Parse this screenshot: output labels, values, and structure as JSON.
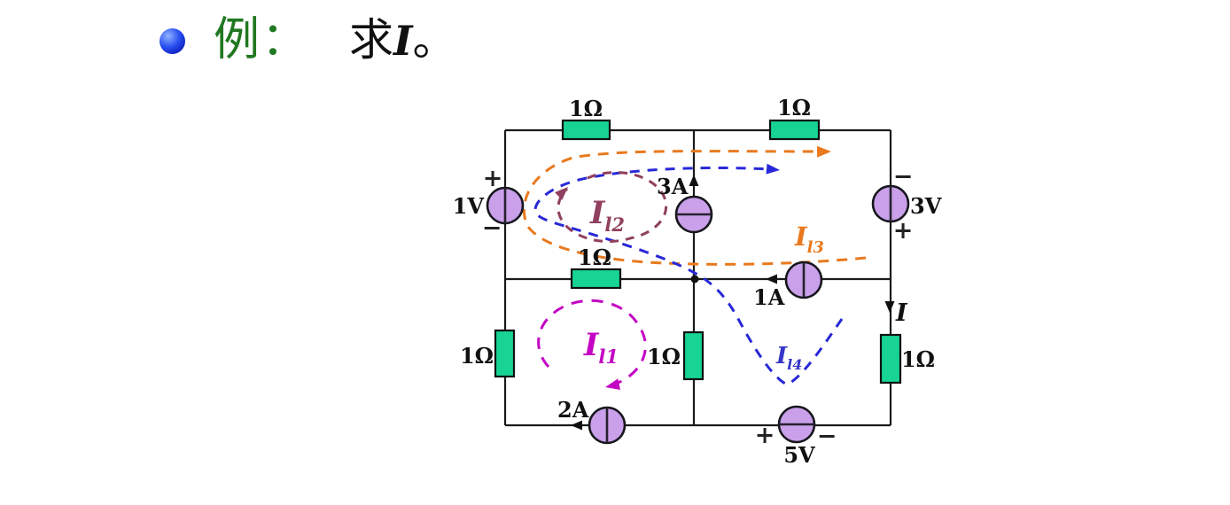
{
  "title": {
    "example_label": "例：",
    "task_text": "求",
    "current_symbol": "I",
    "full_stop": "。"
  },
  "circuit": {
    "resistors": [
      {
        "id": "top-left",
        "label": "1Ω"
      },
      {
        "id": "top-right",
        "label": "1Ω"
      },
      {
        "id": "middle",
        "label": "1Ω"
      },
      {
        "id": "bottom-left",
        "label": "1Ω"
      },
      {
        "id": "bottom-center",
        "label": "1Ω"
      },
      {
        "id": "bottom-right",
        "label": "1Ω"
      }
    ],
    "sources": {
      "v1": {
        "type": "voltage",
        "label": "1V",
        "plus": "+",
        "minus": "−"
      },
      "i3a": {
        "type": "current",
        "label": "3A"
      },
      "v3": {
        "type": "voltage",
        "label": "3V",
        "plus": "+",
        "minus": "−"
      },
      "i1a": {
        "type": "current",
        "label": "1A"
      },
      "i2a": {
        "type": "current",
        "label": "2A"
      },
      "v5": {
        "type": "voltage",
        "label": "5V",
        "plus": "+",
        "minus": "−"
      }
    },
    "loops": {
      "l1": {
        "main": "I",
        "sub": "l1"
      },
      "l2": {
        "main": "I",
        "sub": "l2"
      },
      "l3": {
        "main": "I",
        "sub": "l3"
      },
      "l4": {
        "main": "I",
        "sub": "l4"
      }
    },
    "unknown_current": {
      "main": "I"
    }
  },
  "colors": {
    "loop_l1_magenta": "#c303c3",
    "loop_l2_maroon": "#90405e",
    "loop_l3_orange": "#e8791e",
    "loop_l4_blue": "#2828d8",
    "resistor_green": "#17d494",
    "source_purple": "#c9a0e9",
    "wire": "#1a1a1a",
    "title_green": "#217821",
    "bullet_blue": "#2a50f0"
  }
}
